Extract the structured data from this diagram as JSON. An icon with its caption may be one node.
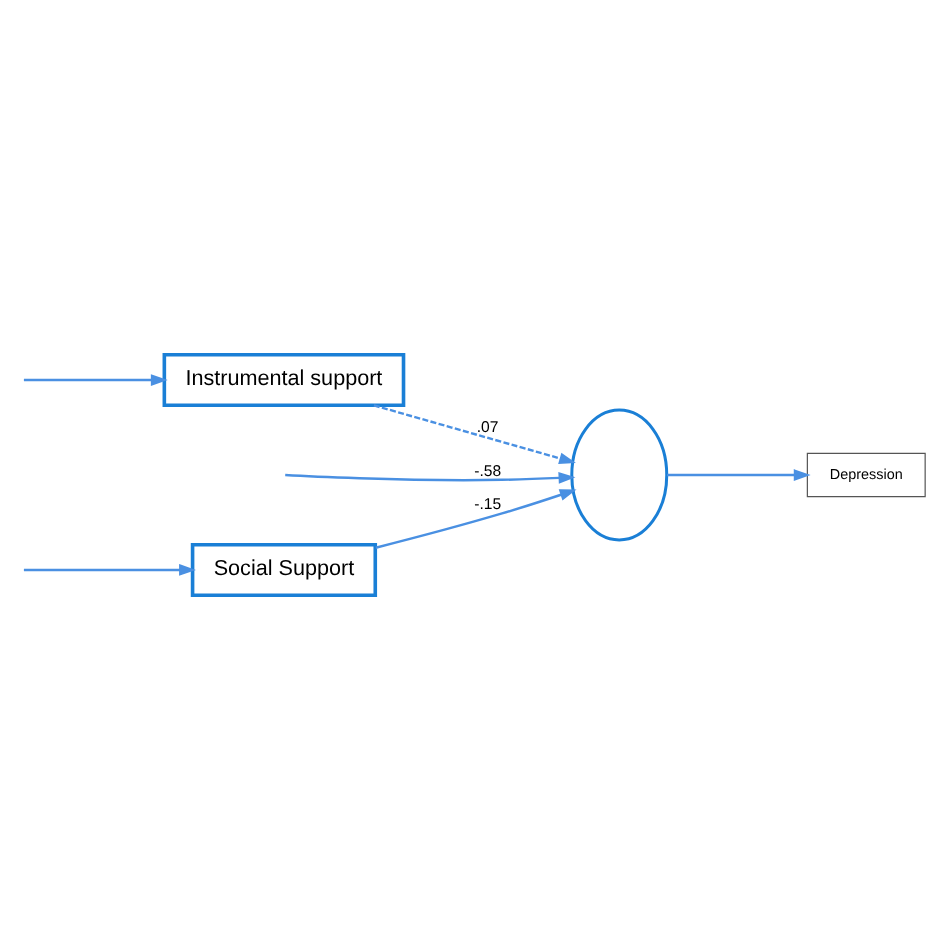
{
  "diagram": {
    "nodes": [
      {
        "text": [
          "Social Support"
        ]
      },
      {
        "text": [
          "Depression"
        ]
      },
      {
        "text": [],
        "shape": "ellipse"
      },
      {
        "text": [
          "Instrumental support"
        ]
      }
    ],
    "edges": [
      {
        "from": null,
        "to": 0,
        "arrow": "to"
      },
      {
        "from": 0,
        "to": 2,
        "arrow": "to",
        "label": "-.15"
      },
      {
        "from": null,
        "to": 2,
        "arrow": "to",
        "label": "-.58"
      },
      {
        "from": 3,
        "to": 2,
        "arrow": "to",
        "label": ".07",
        "style": "dashed"
      },
      {
        "from": 2,
        "to": 1,
        "arrow": "to"
      },
      {
        "from": null,
        "to": 3,
        "arrow": "to"
      }
    ]
  }
}
